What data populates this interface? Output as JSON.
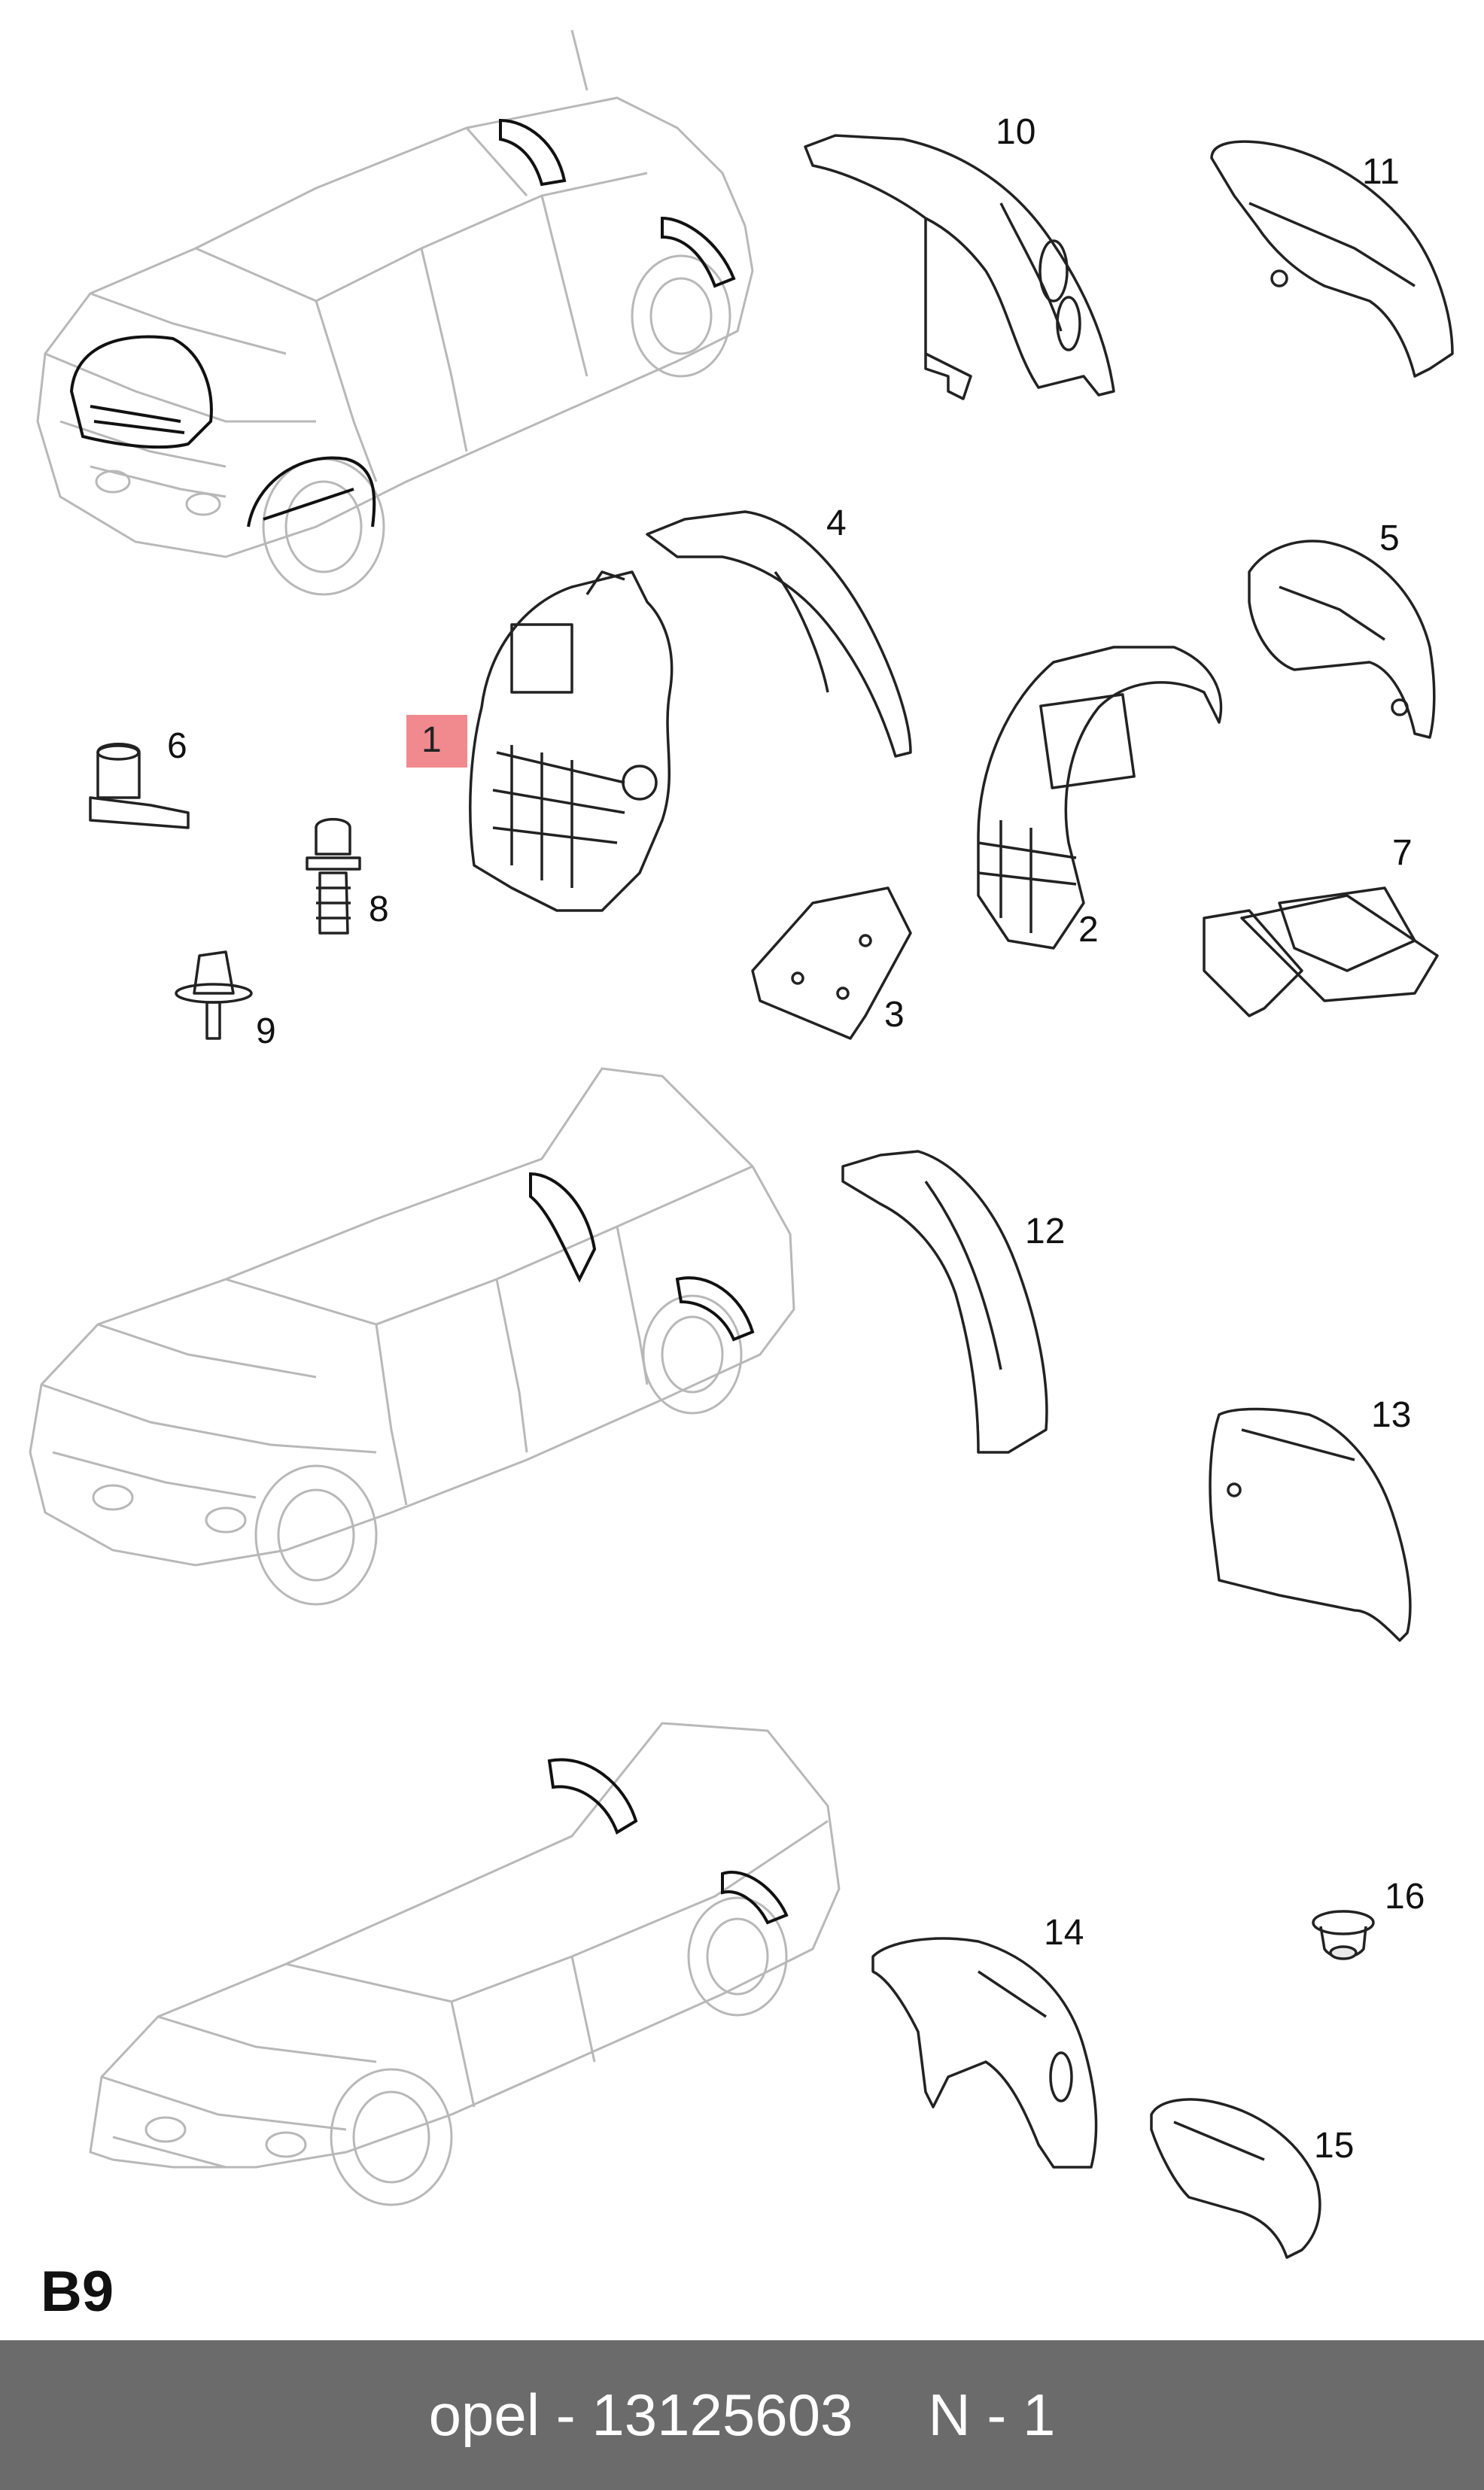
{
  "section_code": "B9",
  "highlight_color": "#f08a8f",
  "footer": {
    "brand_part": "opel - 13125603",
    "quantity": "N - 1",
    "background": "#6b6b6b"
  },
  "callouts": [
    {
      "id": "1",
      "label": "1",
      "highlighted": true
    },
    {
      "id": "2",
      "label": "2"
    },
    {
      "id": "3",
      "label": "3"
    },
    {
      "id": "4",
      "label": "4"
    },
    {
      "id": "5",
      "label": "5"
    },
    {
      "id": "6",
      "label": "6"
    },
    {
      "id": "7",
      "label": "7"
    },
    {
      "id": "8",
      "label": "8"
    },
    {
      "id": "9",
      "label": "9"
    },
    {
      "id": "10",
      "label": "10"
    },
    {
      "id": "11",
      "label": "11"
    },
    {
      "id": "12",
      "label": "12"
    },
    {
      "id": "13",
      "label": "13"
    },
    {
      "id": "14",
      "label": "14"
    },
    {
      "id": "15",
      "label": "15"
    },
    {
      "id": "16",
      "label": "16"
    }
  ]
}
